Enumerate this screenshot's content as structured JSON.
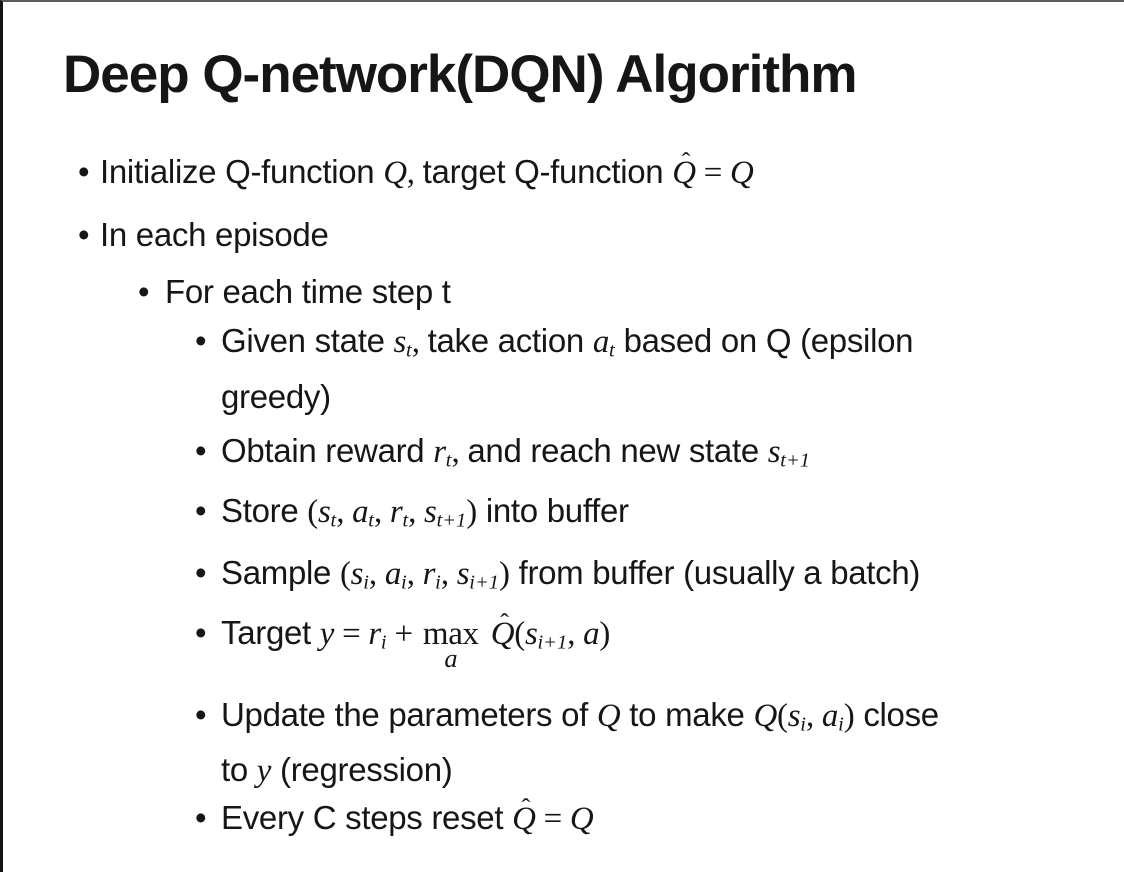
{
  "slide": {
    "title": "Deep Q-network(DQN) Algorithm",
    "colors": {
      "background": "#ffffff",
      "text": "#161616",
      "border_left": "#141414",
      "border_top": "#5a5a5a"
    },
    "bullets": [
      {
        "level": 1,
        "segments": [
          {
            "t": "Initialize Q-function "
          },
          {
            "v": "Q"
          },
          {
            "up": ", "
          },
          {
            "t": "target Q-function "
          },
          {
            "hat": "Q"
          },
          {
            "up": " = "
          },
          {
            "v": "Q"
          }
        ]
      },
      {
        "level": 1,
        "segments": [
          {
            "t": "In each episode"
          }
        ]
      },
      {
        "level": 2,
        "segments": [
          {
            "t": "For each time step t"
          }
        ]
      },
      {
        "level": 3,
        "segments": [
          {
            "t": "Given state "
          },
          {
            "v": "s",
            "sub": "t"
          },
          {
            "up": ", "
          },
          {
            "t": "take action "
          },
          {
            "v": "a",
            "sub": "t"
          },
          {
            "t": " based on Q (epsilon"
          },
          {
            "br": true
          },
          {
            "t": "greedy)"
          }
        ]
      },
      {
        "level": 3,
        "segments": [
          {
            "t": "Obtain reward "
          },
          {
            "v": "r",
            "sub": "t"
          },
          {
            "up": ", "
          },
          {
            "t": "and reach new state "
          },
          {
            "v": "s",
            "sub": "t+1"
          }
        ]
      },
      {
        "level": 3,
        "segments": [
          {
            "t": "Store "
          },
          {
            "up": "("
          },
          {
            "v": "s",
            "sub": "t"
          },
          {
            "up": ", "
          },
          {
            "v": "a",
            "sub": "t"
          },
          {
            "up": ", "
          },
          {
            "v": "r",
            "sub": "t"
          },
          {
            "up": ", "
          },
          {
            "v": "s",
            "sub": "t+1"
          },
          {
            "up": ")"
          },
          {
            "t": " into buffer"
          }
        ]
      },
      {
        "level": 3,
        "segments": [
          {
            "t": "Sample "
          },
          {
            "up": "("
          },
          {
            "v": "s",
            "sub": "i"
          },
          {
            "up": ", "
          },
          {
            "v": "a",
            "sub": "i"
          },
          {
            "up": ", "
          },
          {
            "v": "r",
            "sub": "i"
          },
          {
            "up": ", "
          },
          {
            "v": "s",
            "sub": "i+1"
          },
          {
            "up": ")"
          },
          {
            "t": " from buffer (usually a batch)"
          }
        ]
      },
      {
        "level": 3,
        "segments": [
          {
            "t": "Target "
          },
          {
            "v": "y"
          },
          {
            "up": " = "
          },
          {
            "v": "r",
            "sub": "i"
          },
          {
            "up": " + "
          },
          {
            "munder": {
              "op": "max",
              "under": "a"
            }
          },
          {
            "up": " "
          },
          {
            "hat": "Q"
          },
          {
            "up": "("
          },
          {
            "v": "s",
            "sub": "i+1"
          },
          {
            "up": ", "
          },
          {
            "v": "a"
          },
          {
            "up": ")"
          }
        ]
      },
      {
        "level": 3,
        "segments": [
          {
            "t": "Update the parameters of "
          },
          {
            "v": "Q"
          },
          {
            "t": " to make "
          },
          {
            "v": "Q"
          },
          {
            "up": "("
          },
          {
            "v": "s",
            "sub": "i"
          },
          {
            "up": ", "
          },
          {
            "v": "a",
            "sub": "i"
          },
          {
            "up": ")"
          },
          {
            "t": " close"
          },
          {
            "br": true
          },
          {
            "t": "to "
          },
          {
            "v": "y"
          },
          {
            "t": " (regression)"
          }
        ]
      },
      {
        "level": 3,
        "segments": [
          {
            "t": "Every C steps reset "
          },
          {
            "hat": "Q"
          },
          {
            "up": " = "
          },
          {
            "v": "Q"
          }
        ]
      }
    ]
  }
}
